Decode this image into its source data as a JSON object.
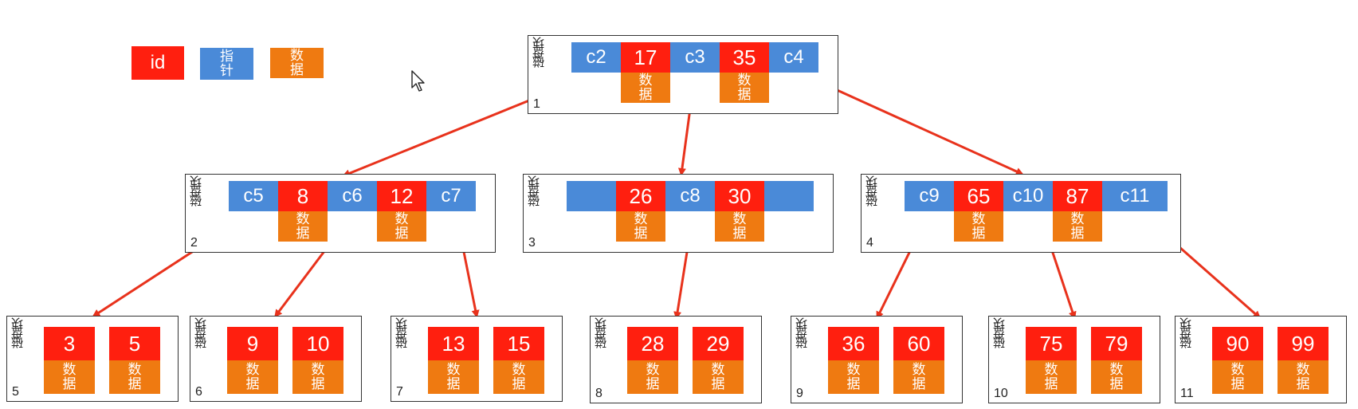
{
  "legend": {
    "id_label": "id",
    "pointer_label": "指针",
    "data_label": "数据"
  },
  "colors": {
    "id": "#ff1f0f",
    "pointer": "#4a8ad8",
    "data": "#ef7a11",
    "arrow": "#e8321c"
  },
  "block_label": "磁盘块",
  "nodes": {
    "b1": {
      "num": "1",
      "ptrs": [
        "c2",
        "c3",
        "c4"
      ],
      "keys": [
        "17",
        "35"
      ],
      "data": [
        "数据",
        "数据"
      ]
    },
    "b2": {
      "num": "2",
      "ptrs": [
        "c5",
        "c6",
        "c7"
      ],
      "keys": [
        "8",
        "12"
      ],
      "data": [
        "数据",
        "数据"
      ]
    },
    "b3": {
      "num": "3",
      "ptrs": [
        "",
        "c8",
        ""
      ],
      "keys": [
        "26",
        "30"
      ],
      "data": [
        "数据",
        "数据"
      ]
    },
    "b4": {
      "num": "4",
      "ptrs": [
        "c9",
        "c10",
        "c11"
      ],
      "keys": [
        "65",
        "87"
      ],
      "data": [
        "数据",
        "数据"
      ]
    },
    "b5": {
      "num": "5",
      "keys": [
        "3",
        "5"
      ],
      "data": [
        "数据",
        "数据"
      ]
    },
    "b6": {
      "num": "6",
      "keys": [
        "9",
        "10"
      ],
      "data": [
        "数据",
        "数据"
      ]
    },
    "b7": {
      "num": "7",
      "keys": [
        "13",
        "15"
      ],
      "data": [
        "数据",
        "数据"
      ]
    },
    "b8": {
      "num": "8",
      "keys": [
        "28",
        "29"
      ],
      "data": [
        "数据",
        "数据"
      ]
    },
    "b9": {
      "num": "9",
      "keys": [
        "36",
        "60"
      ],
      "data": [
        "数据",
        "数据"
      ]
    },
    "b10": {
      "num": "10",
      "keys": [
        "75",
        "79"
      ],
      "data": [
        "数据",
        "数据"
      ]
    },
    "b11": {
      "num": "11",
      "keys": [
        "90",
        "99"
      ],
      "data": [
        "数据",
        "数据"
      ]
    }
  }
}
